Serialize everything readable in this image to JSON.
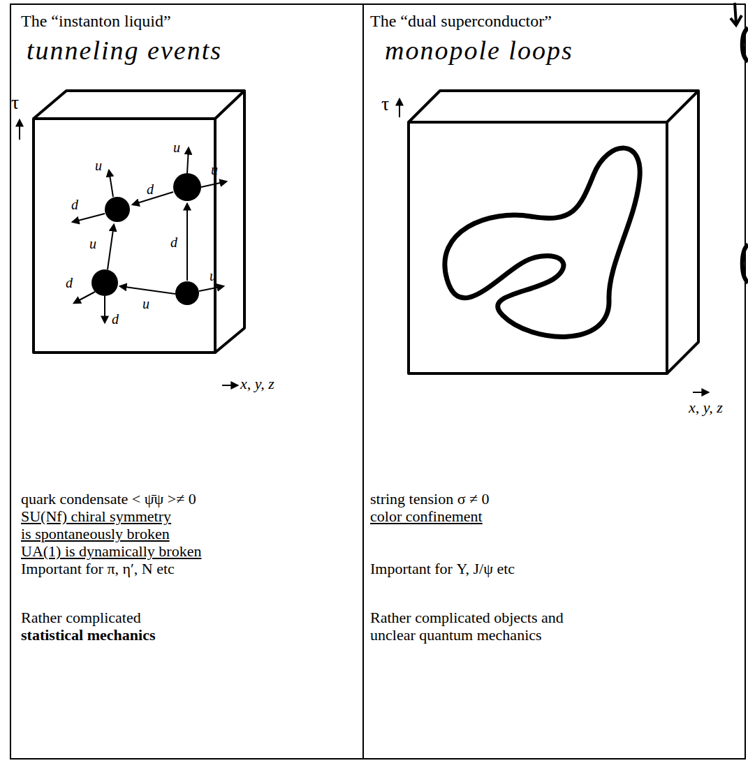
{
  "diagram": {
    "nodes": [
      {
        "text": [
          "The “instanton liquid”",
          "tunneling events",
          "quark condensate < ψ̄ψ >≠ 0",
          "SU(Nf) chiral symmetry",
          "is spontaneously broken",
          "UA(1) is dynamically broken",
          "Important for π, η′, N etc",
          "Rather complicated",
          "statistical mechanics"
        ]
      },
      {
        "text": [
          "The “dual superconductor”",
          "monopole loops",
          "string tension σ ≠ 0",
          "color confinement",
          "Important for Υ, J/ψ etc",
          "Rather complicated objects and",
          "unclear quantum mechanics"
        ]
      }
    ],
    "labels": [
      "τ",
      "u",
      "d",
      "d",
      "u",
      "u",
      "u",
      "d",
      "u",
      "d",
      "d",
      "u",
      "x, y, z",
      "τ",
      "x, y, z"
    ]
  }
}
